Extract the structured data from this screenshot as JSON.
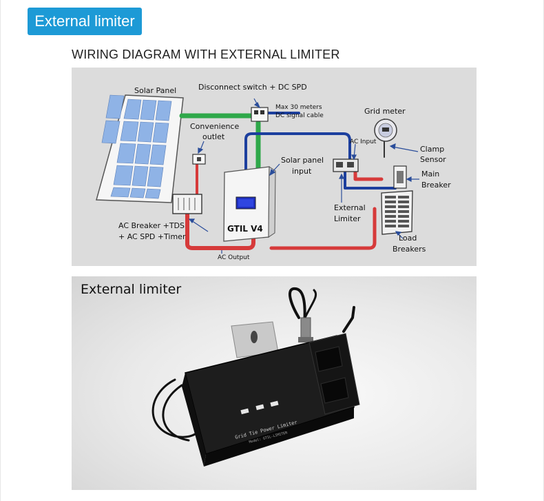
{
  "header": {
    "badge_label": "External limiter"
  },
  "section": {
    "heading": "WIRING DIAGRAM WITH EXTERNAL LIMITER"
  },
  "diagram": {
    "labels": {
      "solar_panel": "Solar Panel",
      "disconnect_line1": "Disconnect  switch + DC SPD",
      "max30_line1": "Max 30 meters",
      "max30_line2": "DC signal cable",
      "grid_meter": "Grid meter",
      "convenience_line1": "Convenience",
      "convenience_line2": "outlet",
      "ac_input": "AC Input",
      "clamp_line1": "Clamp",
      "clamp_line2": "Sensor",
      "solar_input_line1": "Solar panel",
      "solar_input_line2": "input",
      "main_breaker_line1": "Main",
      "main_breaker_line2": "Breaker",
      "inverter_name": "GTIL V4",
      "external_limiter_line1": "External",
      "external_limiter_line2": "Limiter",
      "ac_breaker_line1": "AC Breaker +TDS",
      "ac_breaker_line2": "+ AC SPD +Timer",
      "load_line1": "Load",
      "load_line2": "Breakers",
      "ac_output": "AC Output"
    },
    "colors": {
      "dc_wire": "#2fa84a",
      "signal_wire": "#1c3f9e",
      "ac_wire": "#d63a3a",
      "panel_cell": "#8fb3e6"
    }
  },
  "photo": {
    "caption": "External limiter",
    "device_text_line1": "Grid Tie Power Limiter",
    "device_text_line2": "Model: GTIL-LIMITER"
  }
}
